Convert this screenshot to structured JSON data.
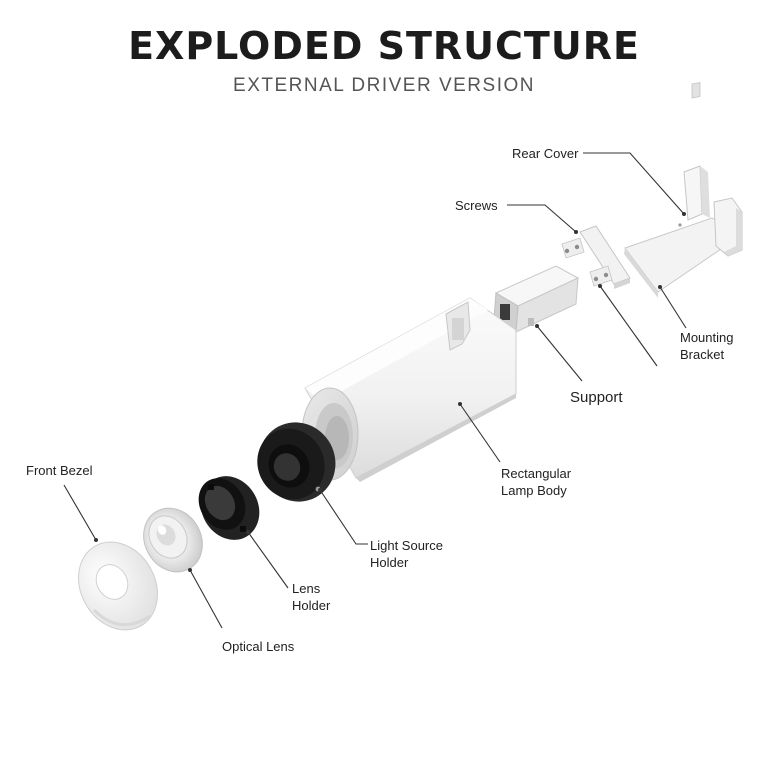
{
  "header": {
    "title": "EXPLODED STRUCTURE",
    "subtitle": "EXTERNAL DRIVER VERSION"
  },
  "parts": {
    "rear_cover": "Rear Cover",
    "screws": "Screws",
    "mounting_bracket_line1": "Mounting",
    "mounting_bracket_line2": "Bracket",
    "support": "Support",
    "lamp_body_line1": "Rectangular",
    "lamp_body_line2": "Lamp Body",
    "light_source_holder_line1": "Light Source",
    "light_source_holder_line2": "Holder",
    "lens_holder_line1": "Lens",
    "lens_holder_line2": "Holder",
    "optical_lens": "Optical Lens",
    "front_bezel": "Front Bezel"
  },
  "colors": {
    "part_white": "#f4f4f4",
    "part_shadow": "#d6d6d6",
    "part_black": "#1a1a1a",
    "leader_line": "#333333"
  }
}
